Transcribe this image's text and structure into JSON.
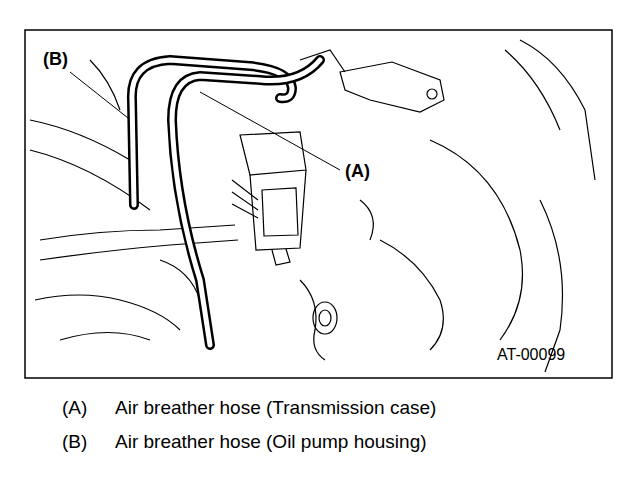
{
  "diagram": {
    "labels": [
      "(B)",
      "(A)",
      "AT-00099",
      "(A)",
      "Air breather hose (Transmission case)",
      "(B)",
      "Air breather hose (Oil pump housing)"
    ]
  }
}
